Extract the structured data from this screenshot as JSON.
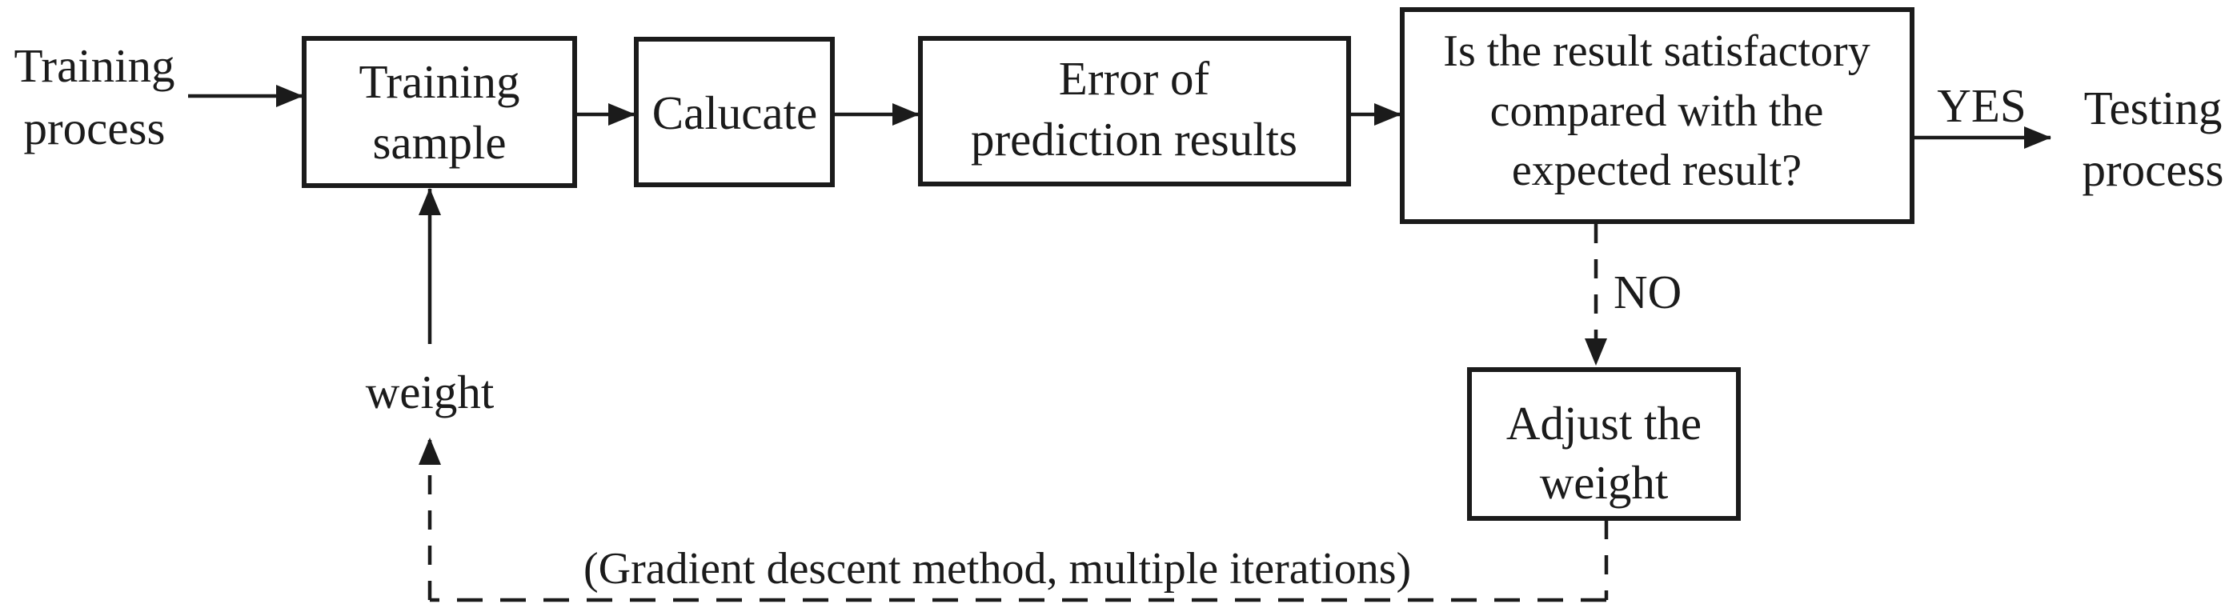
{
  "colors": {
    "ink": "#1b1b1b",
    "background": "#ffffff"
  },
  "nodes": {
    "training_process_label": {
      "lines": [
        "Training",
        "process"
      ]
    },
    "training_sample_box": {
      "lines": [
        "Training",
        "sample"
      ]
    },
    "calculate_box": {
      "lines": [
        "Calucate"
      ]
    },
    "error_box": {
      "lines": [
        "Error of",
        "prediction results"
      ]
    },
    "decision_box": {
      "lines": [
        "Is the result satisfactory",
        "compared with the",
        "expected result?"
      ]
    },
    "adjust_weight_box": {
      "lines": [
        "Adjust the",
        "weight"
      ]
    },
    "testing_process_label": {
      "lines": [
        "Testing",
        "process"
      ]
    }
  },
  "edge_labels": {
    "yes": "YES",
    "no": "NO",
    "weight": "weight",
    "iteration_note": "(Gradient descent method, multiple iterations)"
  }
}
